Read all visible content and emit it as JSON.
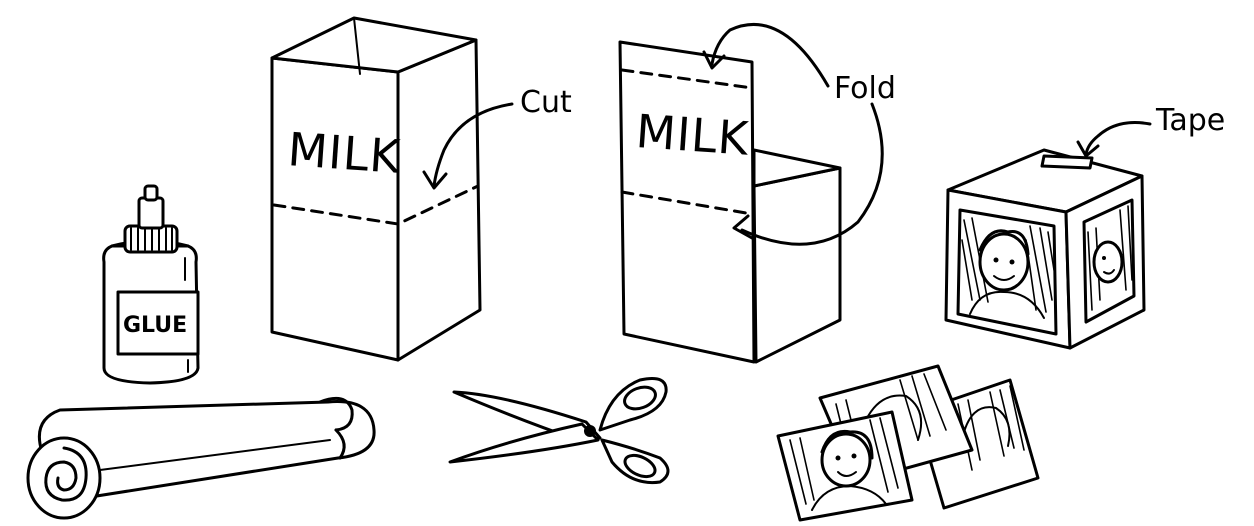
{
  "labels": {
    "cut": "Cut",
    "fold": "Fold",
    "tape": "Tape",
    "milk_left": "MILK",
    "milk_right": "MILK",
    "glue": "GLUE"
  }
}
